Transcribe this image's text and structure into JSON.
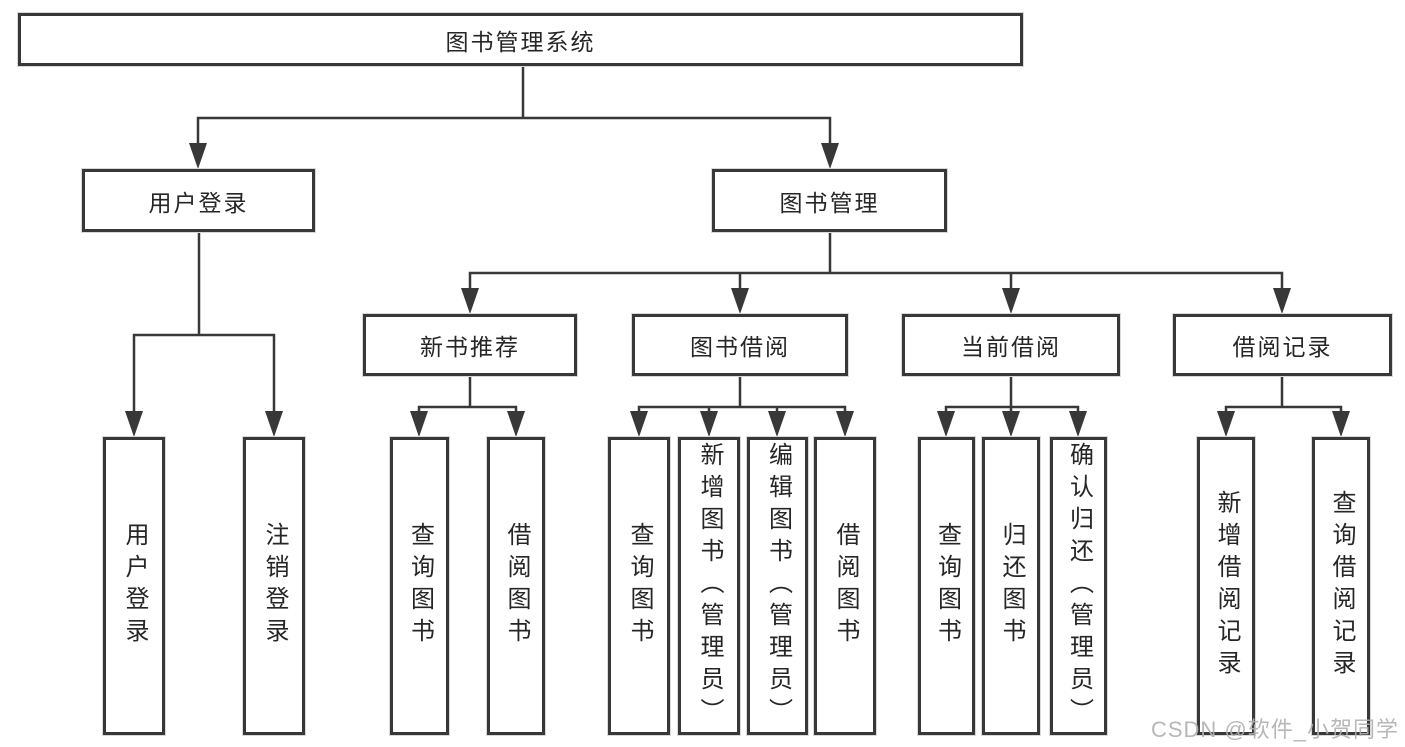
{
  "diagram": {
    "root": {
      "label": "图书管理系统"
    },
    "branches": [
      {
        "label": "用户登录",
        "children": [
          {
            "label": "用户登录"
          },
          {
            "label": "注销登录"
          }
        ]
      },
      {
        "label": "图书管理",
        "children": [
          {
            "label": "新书推荐",
            "children": [
              {
                "label": "查询图书"
              },
              {
                "label": "借阅图书"
              }
            ]
          },
          {
            "label": "图书借阅",
            "children": [
              {
                "label": "查询图书"
              },
              {
                "label": "新增图书（管理员）"
              },
              {
                "label": "编辑图书（管理员）"
              },
              {
                "label": "借阅图书"
              }
            ]
          },
          {
            "label": "当前借阅",
            "children": [
              {
                "label": "查询图书"
              },
              {
                "label": "归还图书"
              },
              {
                "label": "确认归还（管理员）"
              }
            ]
          },
          {
            "label": "借阅记录",
            "children": [
              {
                "label": "新增借阅记录"
              },
              {
                "label": "查询借阅记录"
              }
            ]
          }
        ]
      }
    ]
  },
  "watermark": "CSDN @软件_小贺同学",
  "colors": {
    "line": "#383838",
    "text": "#262626",
    "background": "#ffffff",
    "watermark": "#b0b0b0"
  }
}
